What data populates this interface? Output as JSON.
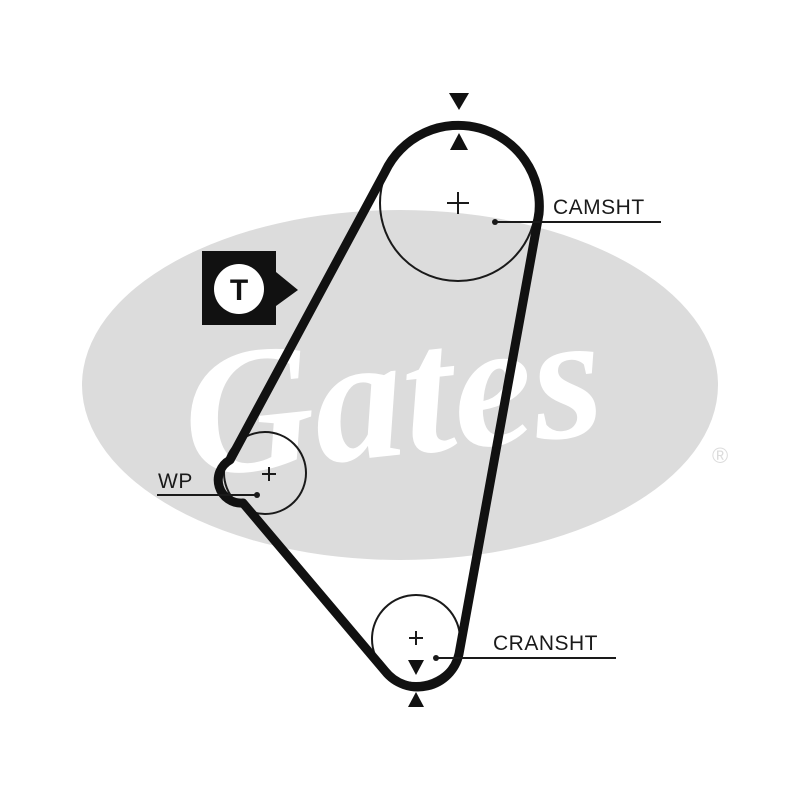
{
  "watermark": {
    "text": "Gates",
    "registered_mark": "®",
    "ellipse_color": "#dcdcdc"
  },
  "pulleys": {
    "camshaft": {
      "label": "CAMSHT"
    },
    "water_pump": {
      "label": "WP"
    },
    "crankshaft": {
      "label": "CRANSHT"
    }
  },
  "tensioner": {
    "symbol": "T"
  },
  "colors": {
    "belt": "#111111",
    "line": "#1a1a1a"
  }
}
